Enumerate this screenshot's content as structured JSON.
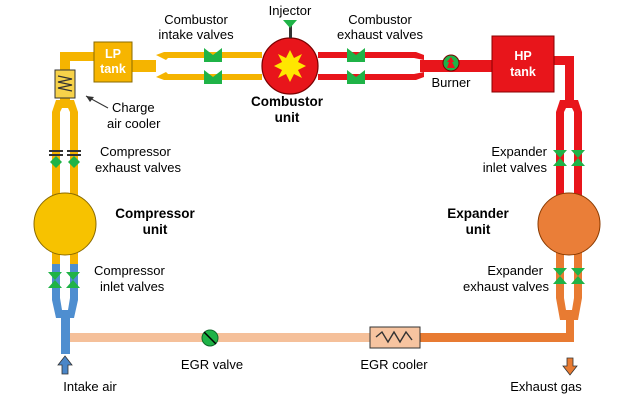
{
  "colors": {
    "yellow": "#f5b400",
    "yellow_dark": "#d89a00",
    "red": "#e8151b",
    "red_dark": "#b80000",
    "blue": "#4e8ed0",
    "orange": "#e87b32",
    "peach": "#f5c09a",
    "valve_green": "#1fb347",
    "tank_yellow": "#f7b500",
    "tank_red": "#e8151b",
    "combustor_red": "#e8151b",
    "flame_yellow": "#ffe600",
    "cooler_fill": "#f7c4a0",
    "compressor_fill": "#f7c200",
    "expander_fill": "#ea7e38",
    "arrow_blue": "#4a86c8",
    "arrow_orange": "#e87b32"
  },
  "labels": {
    "injector": "Injector",
    "combustor_intake_l1": "Combustor",
    "combustor_intake_l2": "intake valves",
    "combustor_exhaust_l1": "Combustor",
    "combustor_exhaust_l2": "exhaust valves",
    "combustor_unit_l1": "Combustor",
    "combustor_unit_l2": "unit",
    "burner": "Burner",
    "lp_tank_l1": "LP",
    "lp_tank_l2": "tank",
    "hp_tank_l1": "HP",
    "hp_tank_l2": "tank",
    "charge_air_l1": "Charge",
    "charge_air_l2": "air cooler",
    "comp_exhaust_l1": "Compressor",
    "comp_exhaust_l2": "exhaust valves",
    "comp_unit_l1": "Compressor",
    "comp_unit_l2": "unit",
    "comp_inlet_l1": "Compressor",
    "comp_inlet_l2": "inlet valves",
    "exp_inlet_l1": "Expander",
    "exp_inlet_l2": "inlet valves",
    "exp_unit_l1": "Expander",
    "exp_unit_l2": "unit",
    "exp_exhaust_l1": "Expander",
    "exp_exhaust_l2": "exhaust valves",
    "egr_valve": "EGR valve",
    "egr_cooler": "EGR cooler",
    "intake_air": "Intake air",
    "exhaust_gas": "Exhaust gas"
  },
  "icons": {
    "valve": "bowtie-valve-icon",
    "check_valve": "check-valve-icon",
    "egr_valve": "egr-valve-icon",
    "burner": "burner-icon",
    "injector": "injector-icon",
    "flame": "flame-icon",
    "cooler": "heat-exchanger-icon",
    "arrow": "flow-arrow-icon"
  }
}
